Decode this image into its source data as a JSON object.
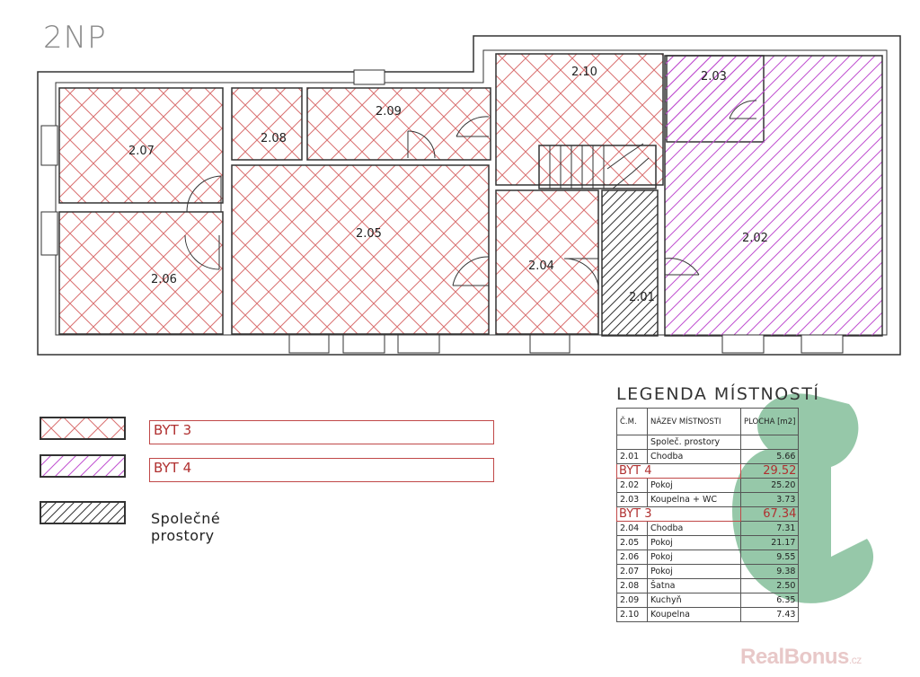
{
  "floor_label": "2NP",
  "rooms": [
    {
      "id": "2.07",
      "fill": "byt3"
    },
    {
      "id": "2.08",
      "fill": "byt3"
    },
    {
      "id": "2.09",
      "fill": "byt3"
    },
    {
      "id": "2.10",
      "fill": "byt3"
    },
    {
      "id": "2.03",
      "fill": "byt4"
    },
    {
      "id": "2.02",
      "fill": "byt4"
    },
    {
      "id": "2.05",
      "fill": "byt3"
    },
    {
      "id": "2.06",
      "fill": "byt3"
    },
    {
      "id": "2.04",
      "fill": "byt3"
    },
    {
      "id": "2.01",
      "fill": "common"
    }
  ],
  "legend": {
    "byt3": "BYT 3",
    "byt4": "BYT 4",
    "common": "Společné prostory"
  },
  "colors": {
    "byt3": "#d97070",
    "byt4": "#c050d0",
    "common": "#333333",
    "label_red": "#b03030",
    "watermark_green": "#3f9a62"
  },
  "table": {
    "title": "LEGENDA MÍSTNOSTÍ",
    "headers": [
      "Č.M.",
      "NÁZEV MÍSTNOSTI",
      "PLOCHA [m2]"
    ],
    "rows": [
      {
        "type": "row",
        "num": "",
        "name": "Společ. prostory",
        "area": ""
      },
      {
        "type": "row",
        "num": "2.01",
        "name": "Chodba",
        "area": "5.66"
      },
      {
        "type": "group",
        "num": "",
        "name": "BYT 4",
        "area": "29.52"
      },
      {
        "type": "row",
        "num": "2.02",
        "name": "Pokoj",
        "area": "25.20"
      },
      {
        "type": "row",
        "num": "2.03",
        "name": "Koupelna + WC",
        "area": "3.73"
      },
      {
        "type": "group",
        "num": "",
        "name": "BYT 3",
        "area": "67.34"
      },
      {
        "type": "row",
        "num": "2.04",
        "name": "Chodba",
        "area": "7.31"
      },
      {
        "type": "row",
        "num": "2.05",
        "name": "Pokoj",
        "area": "21.17"
      },
      {
        "type": "row",
        "num": "2.06",
        "name": "Pokoj",
        "area": "9.55"
      },
      {
        "type": "row",
        "num": "2.07",
        "name": "Pokoj",
        "area": "9.38"
      },
      {
        "type": "row",
        "num": "2.08",
        "name": "Šatna",
        "area": "2.50"
      },
      {
        "type": "row",
        "num": "2.09",
        "name": "Kuchyň",
        "area": "6.35"
      },
      {
        "type": "row",
        "num": "2.10",
        "name": "Koupelna",
        "area": "7.43"
      }
    ]
  },
  "watermark": {
    "brand": "RealBonus",
    "suffix": ".cz"
  }
}
